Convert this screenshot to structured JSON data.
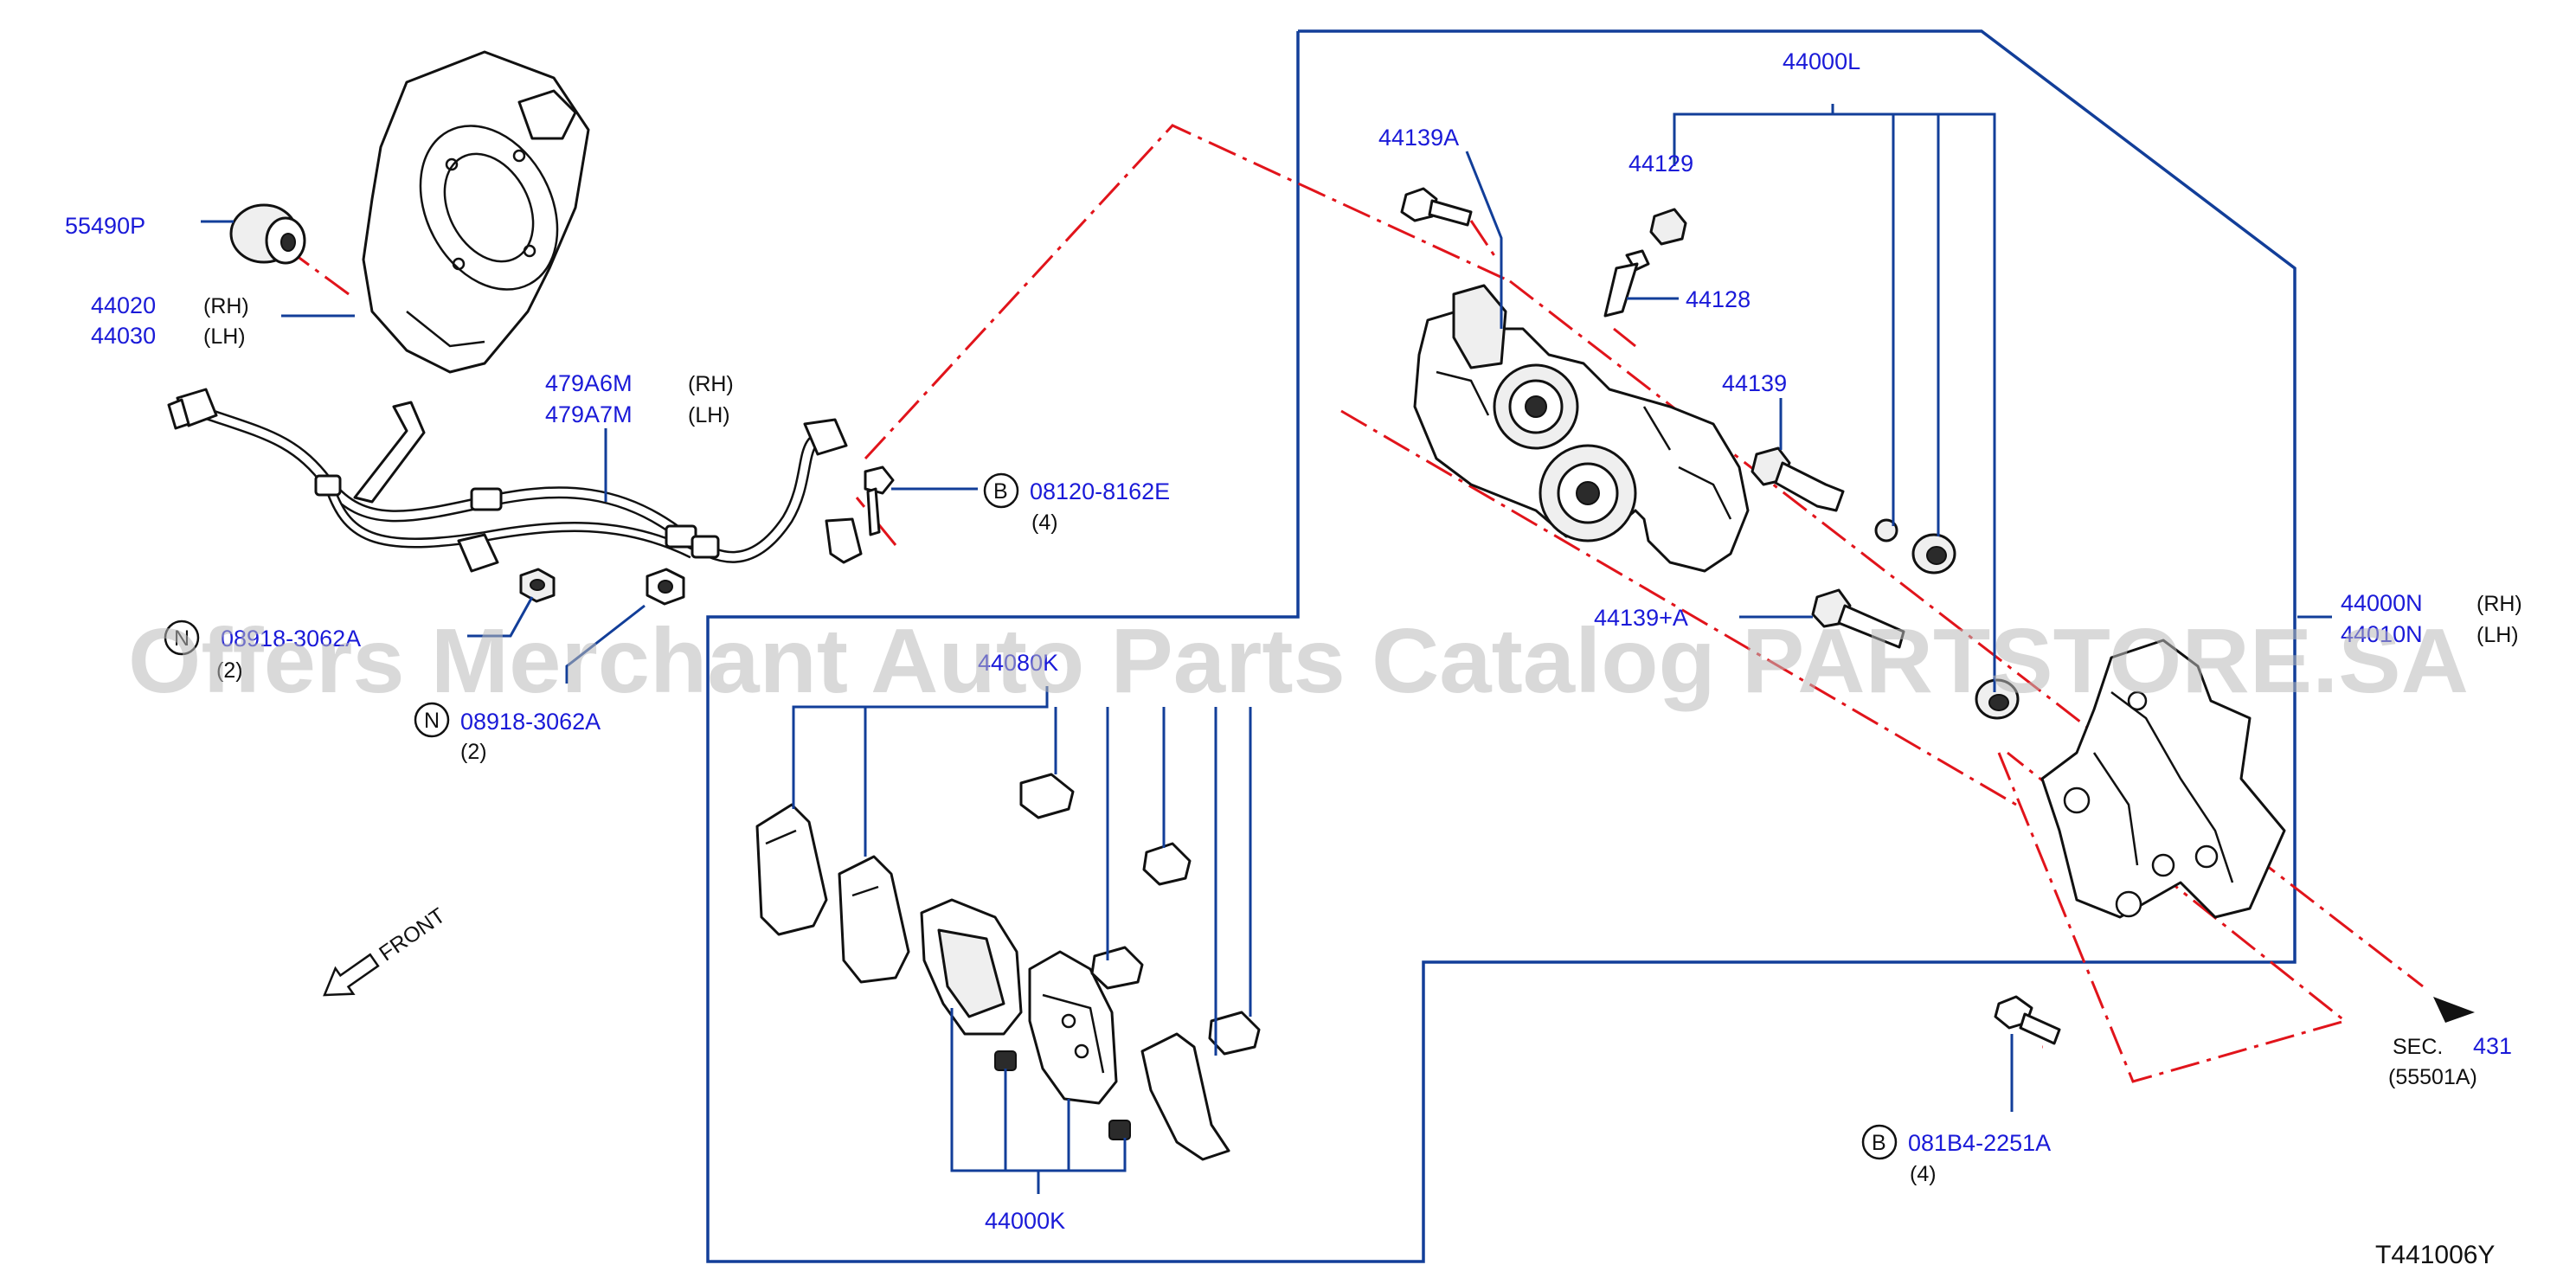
{
  "diagram_code": "T441006Y",
  "watermark": "Offers Merchant Auto Parts Catalog PARTSTORE.SA",
  "front_label": "FRONT",
  "colors": {
    "part_number": "#1a1ad8",
    "leader_line": "#123e99",
    "centerline": "#e1141b",
    "text": "#111111"
  },
  "parts": {
    "p55490P": {
      "number": "55490P"
    },
    "p44020": {
      "number": "44020",
      "side": "(RH)"
    },
    "p44030": {
      "number": "44030",
      "side": "(LH)"
    },
    "p479A6M": {
      "number": "479A6M",
      "side": "(RH)"
    },
    "p479A7M": {
      "number": "479A7M",
      "side": "(LH)"
    },
    "bolt_08120": {
      "marker": "B",
      "number": "08120-8162E",
      "qty": "(4)"
    },
    "nut_08918_a": {
      "marker": "N",
      "number": "08918-3062A",
      "qty": "(2)"
    },
    "nut_08918_b": {
      "marker": "N",
      "number": "08918-3062A",
      "qty": "(2)"
    },
    "p44139A": {
      "number": "44139A"
    },
    "p44129": {
      "number": "44129"
    },
    "p44000L": {
      "number": "44000L"
    },
    "p44128": {
      "number": "44128"
    },
    "p44139": {
      "number": "44139"
    },
    "p44139plusA": {
      "number": "44139+A"
    },
    "p44000N": {
      "number": "44000N",
      "side": "(RH)"
    },
    "p44010N": {
      "number": "44010N",
      "side": "(LH)"
    },
    "pad_kit_top": {
      "number": "44080K"
    },
    "p44000K": {
      "number": "44000K"
    },
    "bolt_081B4": {
      "marker": "B",
      "number": "081B4-2251A",
      "qty": "(4)"
    },
    "section_ref": {
      "prefix": "SEC.",
      "number": "431",
      "sub": "(55501A)"
    }
  }
}
